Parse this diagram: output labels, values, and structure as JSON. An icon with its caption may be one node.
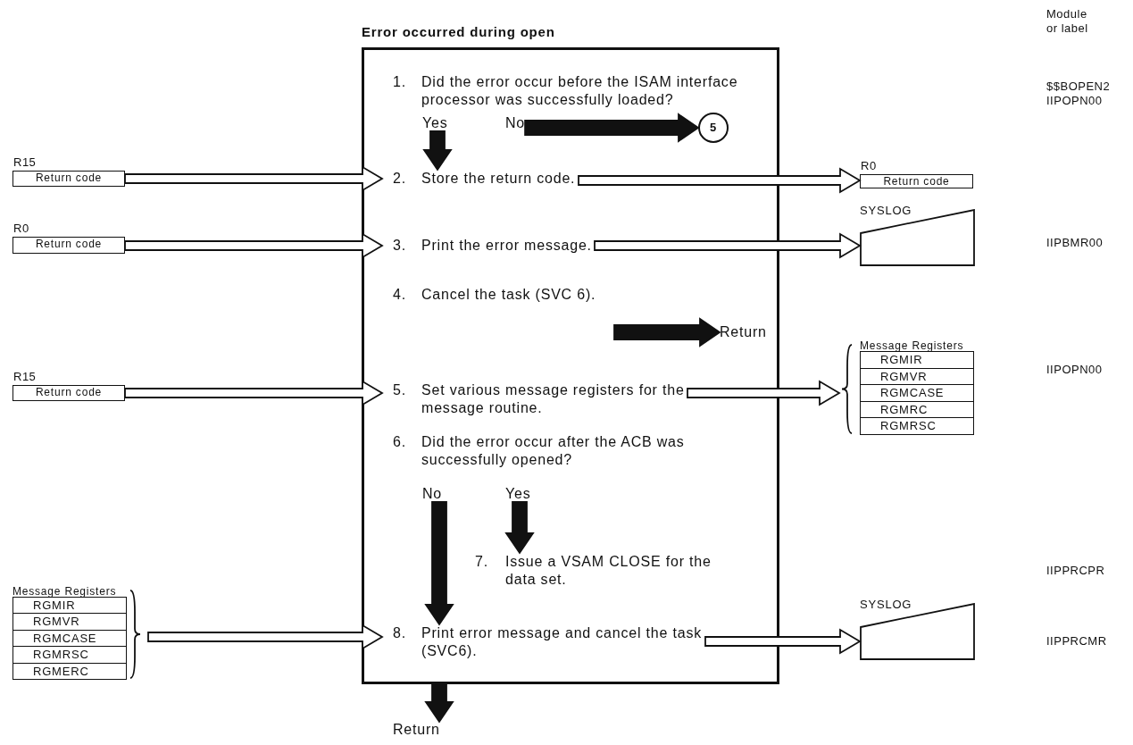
{
  "diagram": {
    "nodes": [
      {
        "text": [
          "Error occurred during open"
        ]
      },
      {
        "text": [
          "1.",
          "Did the error occur before the ISAM interface processor was successfully loaded?"
        ],
        "in": 0
      },
      {
        "text": [
          "Yes"
        ],
        "in": 0
      },
      {
        "text": [
          "No"
        ],
        "in": 0
      },
      {
        "text": [
          "5"
        ],
        "in": 0
      },
      {
        "text": [
          "2.",
          "Store the return code."
        ],
        "in": 0
      },
      {
        "text": [
          "3.",
          "Print the error message."
        ],
        "in": 0
      },
      {
        "text": [
          "4.",
          "Cancel the task (SVC 6)."
        ],
        "in": 0
      },
      {
        "text": [
          "Return"
        ],
        "in": 0
      },
      {
        "text": [
          "5.",
          "Set various message registers for the message routine."
        ],
        "in": 0
      },
      {
        "text": [
          "6.",
          "Did the error occur after the ACB was successfully opened?"
        ],
        "in": 0
      },
      {
        "text": [
          "No"
        ],
        "in": 0
      },
      {
        "text": [
          "Yes"
        ],
        "in": 0
      },
      {
        "text": [
          "7.",
          "Issue a VSAM CLOSE for the data set."
        ],
        "in": 0
      },
      {
        "text": [
          "8.",
          "Print error message and cancel the task (SVC6)."
        ],
        "in": 0
      },
      {
        "text": [
          "Return"
        ]
      },
      {
        "text": [
          "Return code"
        ],
        "beside": [
          "R15"
        ]
      },
      {
        "text": [
          "Return code"
        ],
        "beside": [
          "R0"
        ]
      },
      {
        "text": [
          "Return code"
        ],
        "beside": [
          "R15"
        ]
      },
      {
        "text": [
          "Message Registers",
          "RGMIR",
          "RGMVR",
          "RGMCASE",
          "RGMRSC",
          "RGMERC"
        ]
      },
      {
        "text": [
          "Return code"
        ],
        "beside": [
          "R0"
        ]
      },
      {
        "text": [
          "SYSLOG"
        ]
      },
      {
        "text": [
          "Message Registers",
          "RGMIR",
          "RGMVR",
          "RGMCASE",
          "RGMRC",
          "RGMRSC"
        ]
      },
      {
        "text": [
          "SYSLOG"
        ]
      }
    ],
    "edges": [
      {
        "from": 2,
        "to": 5,
        "arrow": "to",
        "style": "thick"
      },
      {
        "from": 3,
        "to": 4,
        "arrow": "to",
        "style": "thick"
      },
      {
        "from": null,
        "to": 8,
        "arrow": "to",
        "style": "thick"
      },
      {
        "from": 11,
        "to": 14,
        "arrow": "to",
        "style": "thick"
      },
      {
        "from": 12,
        "to": 13,
        "arrow": "to",
        "style": "thick"
      },
      {
        "from": 0,
        "to": 15,
        "arrow": "to",
        "style": "thick"
      },
      {
        "from": 16,
        "to": 5,
        "arrow": "to"
      },
      {
        "from": 17,
        "to": 6,
        "arrow": "to"
      },
      {
        "from": 18,
        "to": 9,
        "arrow": "to"
      },
      {
        "from": 19,
        "to": 14,
        "arrow": "to"
      },
      {
        "from": 5,
        "to": 20,
        "arrow": "to"
      },
      {
        "from": 6,
        "to": 21,
        "arrow": "to"
      },
      {
        "from": 9,
        "to": 22,
        "arrow": "to"
      },
      {
        "from": 14,
        "to": 23,
        "arrow": "to"
      }
    ],
    "labels": [
      "Module or label",
      "$$BOPEN2",
      "IIPOPN00",
      "IIPBMR00",
      "IIPOPN00",
      "IIPPRCPR",
      "IIPPRCMR"
    ]
  }
}
